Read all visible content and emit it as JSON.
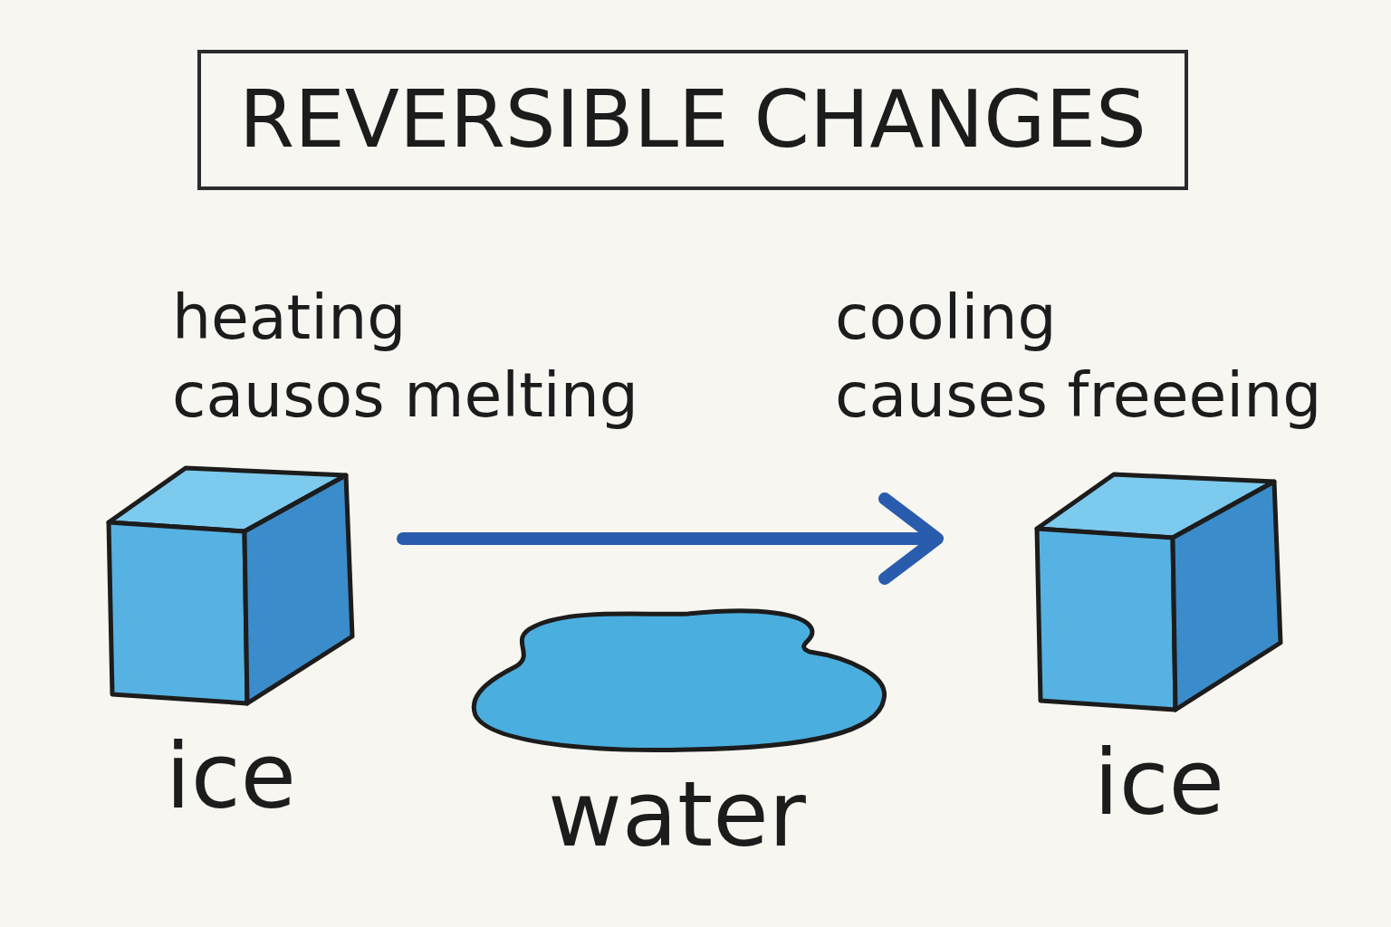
{
  "diagram": {
    "title": "REVERSIBLE CHANGES",
    "nodes": [
      {
        "text": [
          "ice"
        ]
      },
      {
        "text": [
          "water"
        ]
      },
      {
        "text": [
          "ice"
        ]
      }
    ],
    "edges": [
      {
        "from": 0,
        "to": 2,
        "arrow": "to"
      }
    ],
    "labels": [
      "heating causos melting",
      "cooling causes freeeing"
    ]
  }
}
